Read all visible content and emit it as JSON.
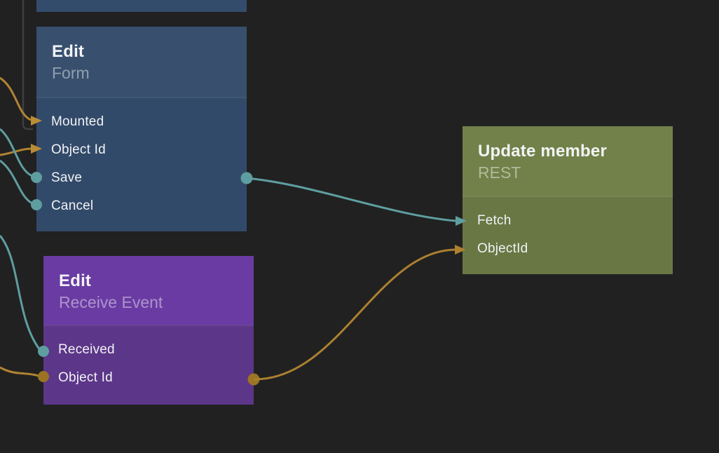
{
  "canvas": {
    "background": "#212121"
  },
  "colors": {
    "teal_wire": "#5f9ea0",
    "orange_wire": "#b08432",
    "orange_dot": "#9b7322",
    "gray_wire": "#3e3e3e",
    "blue_header": "#38506e",
    "blue_body": "#324a6a",
    "purple_header": "#6a3ba3",
    "purple_body": "#5c3689",
    "green_header": "#728149",
    "green_body": "#697745"
  },
  "nodes": [
    {
      "id": "top-partial-node",
      "title": "",
      "subtitle": "",
      "ports": []
    },
    {
      "id": "edit-form",
      "title": "Edit",
      "subtitle": "Form",
      "ports": [
        {
          "label": "Mounted",
          "connector": "arrow-orange"
        },
        {
          "label": "Object Id",
          "connector": "arrow-orange"
        },
        {
          "label": "Save",
          "connector": "dot-teal"
        },
        {
          "label": "Cancel",
          "connector": "dot-teal"
        }
      ],
      "outputs": [
        {
          "label": "Save",
          "connector": "dot-teal"
        }
      ]
    },
    {
      "id": "edit-receive-event",
      "title": "Edit",
      "subtitle": "Receive Event",
      "ports": [
        {
          "label": "Received",
          "connector": "dot-teal"
        },
        {
          "label": "Object Id",
          "connector": "dot-orange"
        }
      ],
      "outputs": [
        {
          "label": "Object Id",
          "connector": "dot-orange"
        }
      ]
    },
    {
      "id": "update-member",
      "title": "Update member",
      "subtitle": "REST",
      "ports": [
        {
          "label": "Fetch",
          "connector": "arrow-teal"
        },
        {
          "label": "ObjectId",
          "connector": "arrow-orange"
        }
      ]
    }
  ],
  "connections": [
    {
      "from": "offscreen-top",
      "to": "edit-form.Mounted",
      "color": "gray"
    },
    {
      "from": "offscreen-left",
      "to": "edit-form.Mounted",
      "color": "orange"
    },
    {
      "from": "offscreen-left",
      "to": "edit-form.Object Id",
      "color": "orange"
    },
    {
      "from": "offscreen-left",
      "to": "edit-form.Save",
      "color": "teal"
    },
    {
      "from": "offscreen-left",
      "to": "edit-form.Cancel",
      "color": "teal"
    },
    {
      "from": "offscreen-left",
      "to": "edit-receive-event.Received",
      "color": "teal"
    },
    {
      "from": "offscreen-left",
      "to": "edit-receive-event.Object Id",
      "color": "orange"
    },
    {
      "from": "edit-form.Save",
      "to": "update-member.Fetch",
      "color": "teal"
    },
    {
      "from": "edit-receive-event.Object Id",
      "to": "update-member.ObjectId",
      "color": "orange"
    }
  ]
}
